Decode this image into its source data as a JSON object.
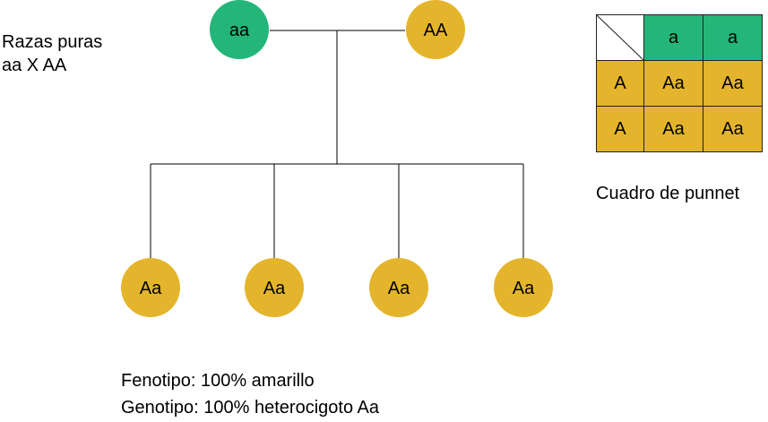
{
  "cross": {
    "line1": "Razas puras",
    "line2": "aa X AA"
  },
  "parents": [
    {
      "genotype": "aa",
      "color": "#24b678"
    },
    {
      "genotype": "AA",
      "color": "#e4b52c"
    }
  ],
  "offspring": [
    {
      "genotype": "Aa",
      "color": "#e4b52c"
    },
    {
      "genotype": "Aa",
      "color": "#e4b52c"
    },
    {
      "genotype": "Aa",
      "color": "#e4b52c"
    },
    {
      "genotype": "Aa",
      "color": "#e4b52c"
    }
  ],
  "punnett": {
    "col_headers": [
      "a",
      "a"
    ],
    "rows": [
      {
        "header": "A",
        "cells": [
          "Aa",
          "Aa"
        ]
      },
      {
        "header": "A",
        "cells": [
          "Aa",
          "Aa"
        ]
      }
    ],
    "title": "Cuadro de punnet"
  },
  "results": {
    "phenotype": "Fenotipo: 100% amarillo",
    "genotype": "Genotipo: 100% heterocigoto Aa"
  },
  "colors": {
    "green": "#24b678",
    "yellow": "#e4b52c",
    "line": "#000000"
  }
}
